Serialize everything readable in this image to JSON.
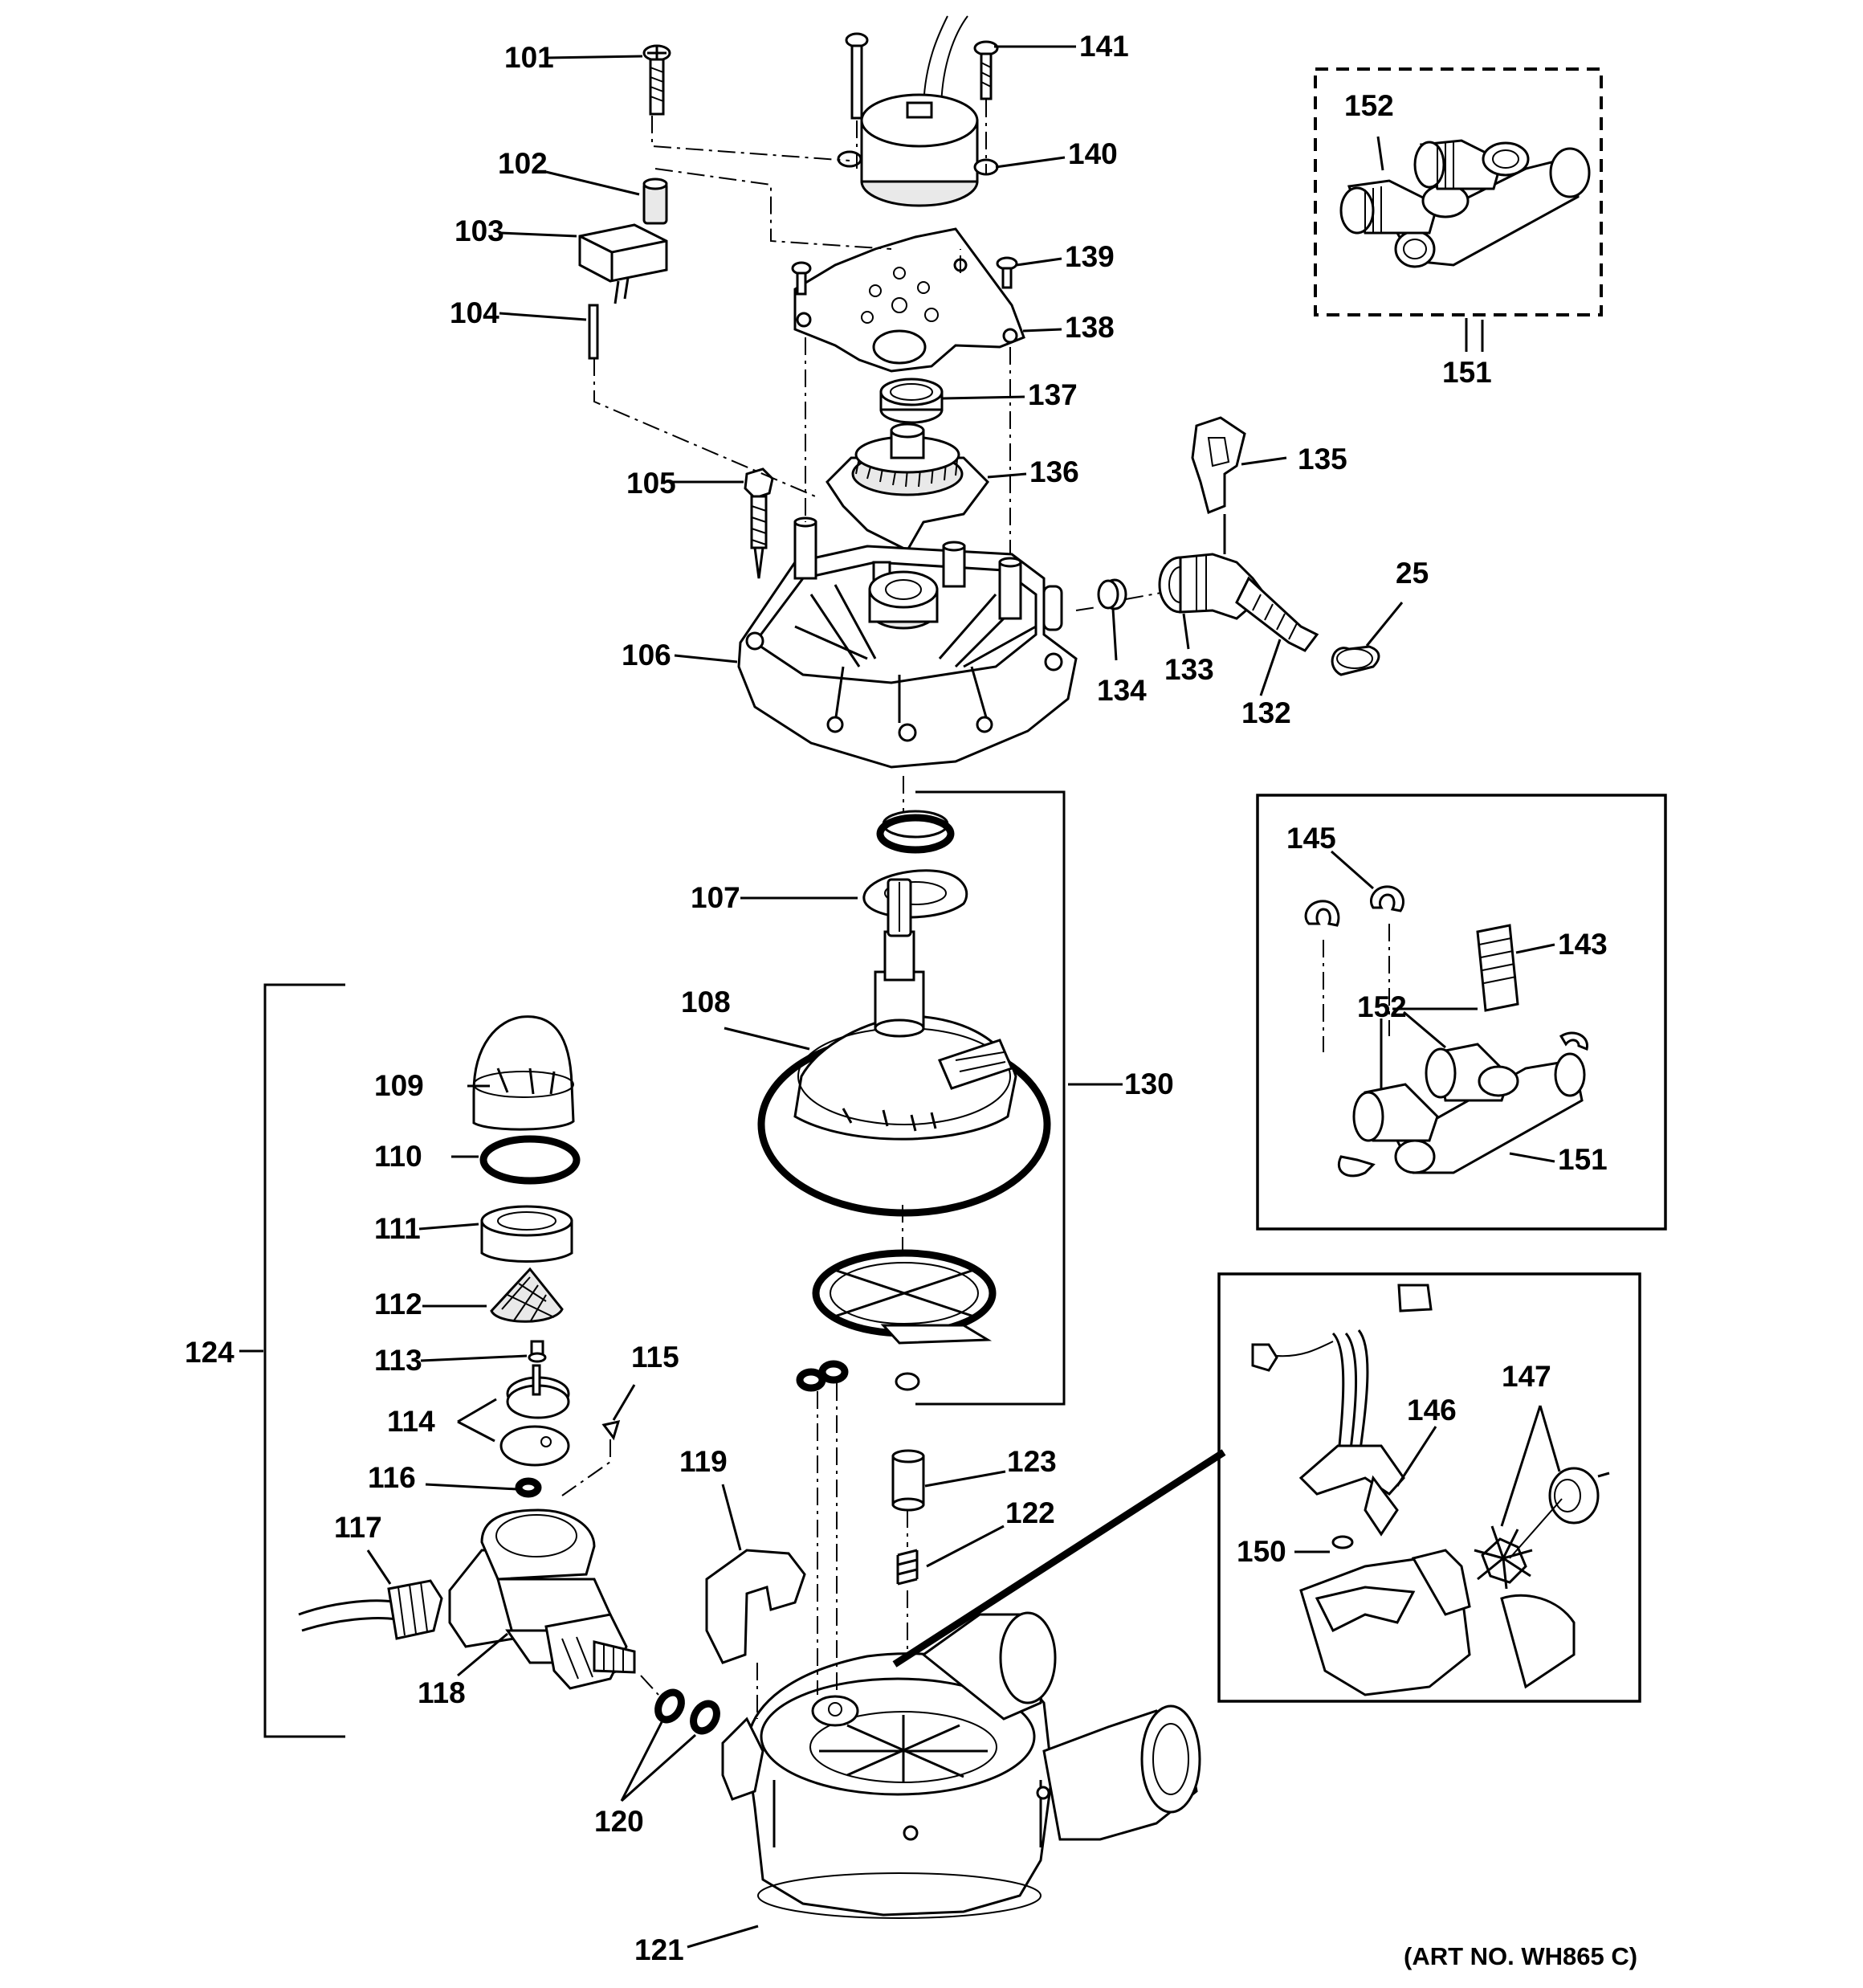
{
  "art_number": "(ART NO. WH865 C)",
  "callouts": [
    "101",
    "102",
    "103",
    "104",
    "105",
    "106",
    "107",
    "108",
    "109",
    "110",
    "111",
    "112",
    "113",
    "114",
    "115",
    "116",
    "117",
    "118",
    "119",
    "120",
    "121",
    "122",
    "123",
    "124",
    "130",
    "132",
    "133",
    "134",
    "135",
    "136",
    "137",
    "138",
    "139",
    "140",
    "141",
    "143",
    "145",
    "146",
    "147",
    "150",
    "151",
    "151",
    "152",
    "152",
    "25"
  ]
}
